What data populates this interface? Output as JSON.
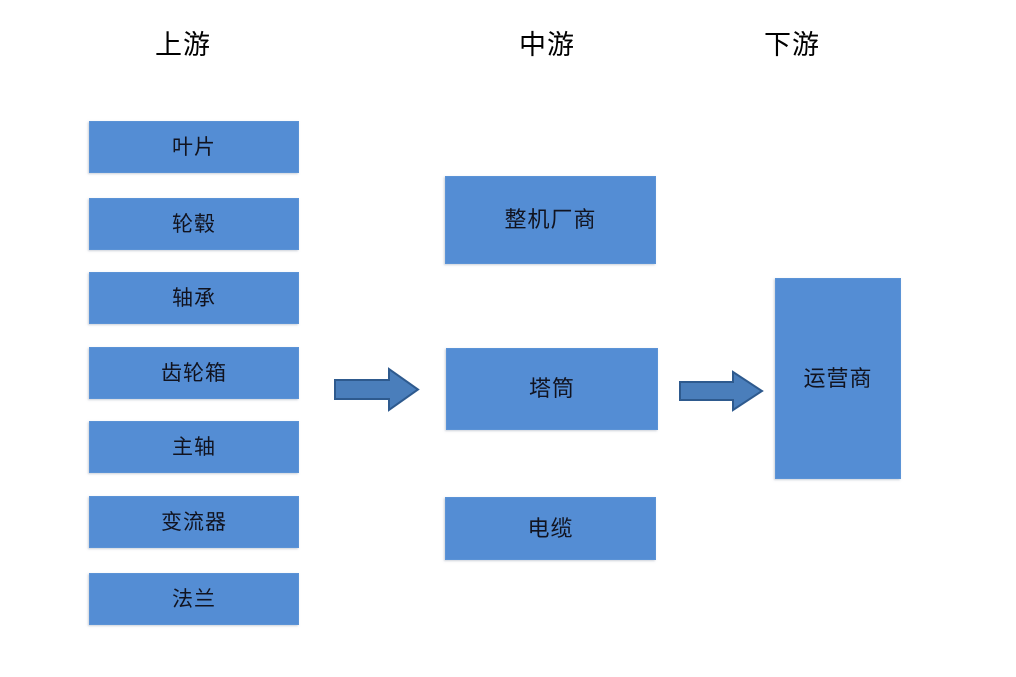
{
  "diagram": {
    "title_text_color": "#000000",
    "box_fill_color": "#548DD4",
    "box_text_color": "#11131f",
    "arrow_fill_color": "#4A7EBB",
    "arrow_stroke_color": "#2E5A8E",
    "background_color": "#ffffff",
    "headers": [
      {
        "label": "上游"
      },
      {
        "label": "中游"
      },
      {
        "label": "下游"
      }
    ],
    "upstream": {
      "header": "上游",
      "nodes": [
        {
          "label": "叶片"
        },
        {
          "label": "轮毂"
        },
        {
          "label": "轴承"
        },
        {
          "label": "齿轮箱"
        },
        {
          "label": "主轴"
        },
        {
          "label": "变流器"
        },
        {
          "label": "法兰"
        }
      ]
    },
    "midstream": {
      "header": "中游",
      "nodes": [
        {
          "label": "整机厂商"
        },
        {
          "label": "塔筒"
        },
        {
          "label": "电缆"
        }
      ]
    },
    "downstream": {
      "header": "下游",
      "nodes": [
        {
          "label": "运营商"
        }
      ]
    },
    "arrows": [
      {
        "name": "upstream-to-midstream",
        "direction": "right"
      },
      {
        "name": "midstream-to-downstream",
        "direction": "right"
      }
    ]
  }
}
